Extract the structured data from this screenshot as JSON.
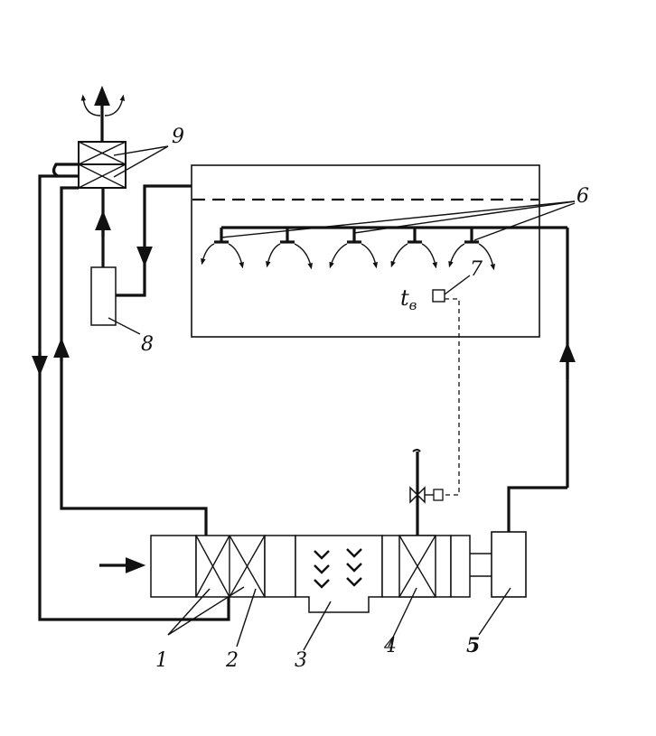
{
  "labels": {
    "n1": "1",
    "n2": "2",
    "n3": "3",
    "n4": "4",
    "n5": "5",
    "n6": "6",
    "n7": "7",
    "n8": "8",
    "n9": "9",
    "tb_main": "t",
    "tb_sub": "в"
  }
}
